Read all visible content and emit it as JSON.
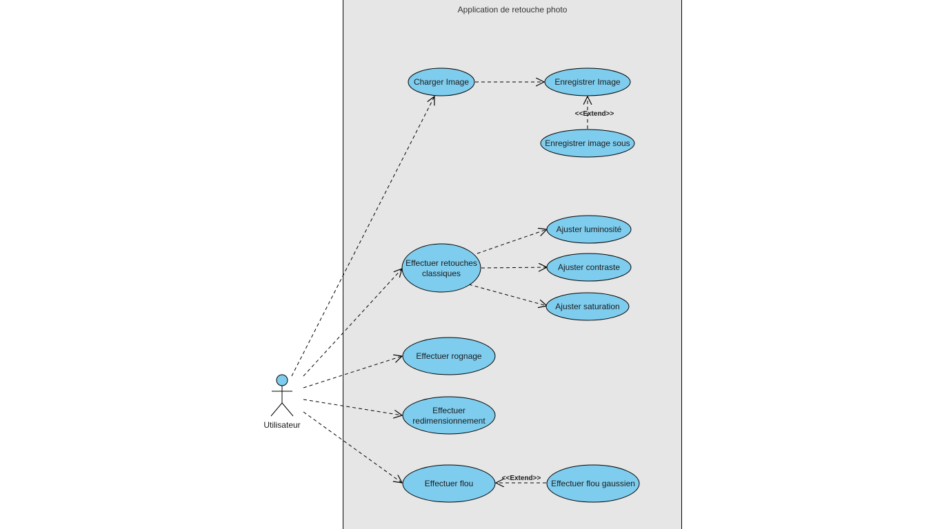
{
  "system": {
    "title": "Application de retouche photo"
  },
  "actor": {
    "label": "Utilisateur"
  },
  "use_cases": {
    "charger": "Charger Image",
    "enregistrer": "Enregistrer Image",
    "enregistrer_sous": "Enregistrer image sous",
    "retouches_l1": "Effectuer retouches",
    "retouches_l2": "classiques",
    "luminosite": "Ajuster luminosité",
    "contraste": "Ajuster contraste",
    "saturation": "Ajuster saturation",
    "rognage": "Effectuer rognage",
    "redim_l1": "Effectuer",
    "redim_l2": "redimensionnement",
    "flou": "Effectuer flou",
    "flou_gaussien": "Effectuer flou gaussien"
  },
  "relations": {
    "extend_1": "<<Extend>>",
    "extend_2": "<<Extend>>"
  },
  "colors": {
    "use_case_fill": "#7fcdee",
    "system_fill": "#e6e6e6",
    "stroke": "#000000"
  }
}
